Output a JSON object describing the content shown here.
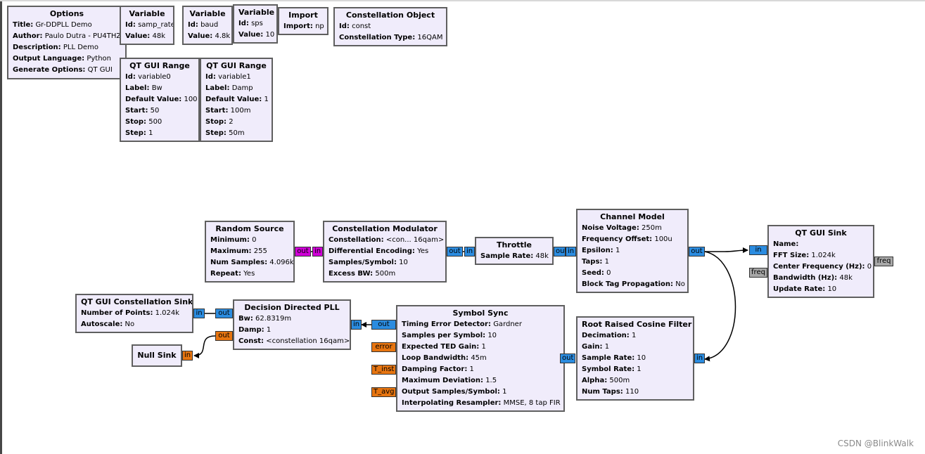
{
  "blocks": {
    "options": {
      "title": "Options",
      "rows": [
        {
          "k": "Title:",
          "v": "Gr-DDPLL Demo"
        },
        {
          "k": "Author:",
          "v": "Paulo Dutra - PU4THZ"
        },
        {
          "k": "Description:",
          "v": "PLL Demo"
        },
        {
          "k": "Output Language:",
          "v": "Python"
        },
        {
          "k": "Generate Options:",
          "v": "QT GUI"
        }
      ]
    },
    "var_samp_rate": {
      "title": "Variable",
      "rows": [
        {
          "k": "Id:",
          "v": "samp_rate"
        },
        {
          "k": "Value:",
          "v": "48k"
        }
      ]
    },
    "var_baud": {
      "title": "Variable",
      "rows": [
        {
          "k": "Id:",
          "v": "baud"
        },
        {
          "k": "Value:",
          "v": "4.8k"
        }
      ]
    },
    "var_sps": {
      "title": "Variable",
      "rows": [
        {
          "k": "Id:",
          "v": "sps"
        },
        {
          "k": "Value:",
          "v": "10"
        }
      ]
    },
    "import": {
      "title": "Import",
      "rows": [
        {
          "k": "Import:",
          "v": "np"
        }
      ]
    },
    "const_obj": {
      "title": "Constellation Object",
      "rows": [
        {
          "k": "Id:",
          "v": "const"
        },
        {
          "k": "Constellation Type:",
          "v": "16QAM"
        }
      ]
    },
    "range0": {
      "title": "QT GUI Range",
      "rows": [
        {
          "k": "Id:",
          "v": "variable0"
        },
        {
          "k": "Label:",
          "v": "Bw"
        },
        {
          "k": "Default Value:",
          "v": "100"
        },
        {
          "k": "Start:",
          "v": "50"
        },
        {
          "k": "Stop:",
          "v": "500"
        },
        {
          "k": "Step:",
          "v": "1"
        }
      ]
    },
    "range1": {
      "title": "QT GUI Range",
      "rows": [
        {
          "k": "Id:",
          "v": "variable1"
        },
        {
          "k": "Label:",
          "v": "Damp"
        },
        {
          "k": "Default Value:",
          "v": "1"
        },
        {
          "k": "Start:",
          "v": "100m"
        },
        {
          "k": "Stop:",
          "v": "2"
        },
        {
          "k": "Step:",
          "v": "50m"
        }
      ]
    },
    "random_source": {
      "title": "Random Source",
      "rows": [
        {
          "k": "Minimum:",
          "v": "0"
        },
        {
          "k": "Maximum:",
          "v": "255"
        },
        {
          "k": "Num Samples:",
          "v": "4.096k"
        },
        {
          "k": "Repeat:",
          "v": "Yes"
        }
      ]
    },
    "const_mod": {
      "title": "Constellation Modulator",
      "rows": [
        {
          "k": "Constellation:",
          "v": "<con... 16qam>"
        },
        {
          "k": "Differential Encoding:",
          "v": "Yes"
        },
        {
          "k": "Samples/Symbol:",
          "v": "10"
        },
        {
          "k": "Excess BW:",
          "v": "500m"
        }
      ]
    },
    "throttle": {
      "title": "Throttle",
      "rows": [
        {
          "k": "Sample Rate:",
          "v": "48k"
        }
      ]
    },
    "channel_model": {
      "title": "Channel Model",
      "rows": [
        {
          "k": "Noise Voltage:",
          "v": "250m"
        },
        {
          "k": "Frequency Offset:",
          "v": "100u"
        },
        {
          "k": "Epsilon:",
          "v": "1"
        },
        {
          "k": "Taps:",
          "v": "1"
        },
        {
          "k": "Seed:",
          "v": "0"
        },
        {
          "k": "Block Tag Propagation:",
          "v": "No"
        }
      ]
    },
    "qt_gui_sink": {
      "title": "QT GUI Sink",
      "rows": [
        {
          "k": "Name:",
          "v": ""
        },
        {
          "k": "FFT Size:",
          "v": "1.024k"
        },
        {
          "k": "Center Frequency (Hz):",
          "v": "0"
        },
        {
          "k": "Bandwidth (Hz):",
          "v": "48k"
        },
        {
          "k": "Update Rate:",
          "v": "10"
        }
      ]
    },
    "const_sink": {
      "title": "QT GUI Constellation Sink",
      "rows": [
        {
          "k": "Number of Points:",
          "v": "1.024k"
        },
        {
          "k": "Autoscale:",
          "v": "No"
        }
      ]
    },
    "ddpll": {
      "title": "Decision Directed PLL",
      "rows": [
        {
          "k": "Bw:",
          "v": "62.8319m"
        },
        {
          "k": "Damp:",
          "v": "1"
        },
        {
          "k": "Const:",
          "v": "<constellation 16qam>"
        }
      ]
    },
    "null_sink": {
      "title": "Null Sink",
      "rows": []
    },
    "symbol_sync": {
      "title": "Symbol Sync",
      "rows": [
        {
          "k": "Timing Error Detector:",
          "v": "Gardner"
        },
        {
          "k": "Samples per Symbol:",
          "v": "10"
        },
        {
          "k": "Expected TED Gain:",
          "v": "1"
        },
        {
          "k": "Loop Bandwidth:",
          "v": "45m"
        },
        {
          "k": "Damping Factor:",
          "v": "1"
        },
        {
          "k": "Maximum Deviation:",
          "v": "1.5"
        },
        {
          "k": "Output Samples/Symbol:",
          "v": "1"
        },
        {
          "k": "Interpolating Resampler:",
          "v": "MMSE, 8 tap FIR"
        }
      ]
    },
    "rrc": {
      "title": "Root Raised Cosine Filter",
      "rows": [
        {
          "k": "Decimation:",
          "v": "1"
        },
        {
          "k": "Gain:",
          "v": "1"
        },
        {
          "k": "Sample Rate:",
          "v": "10"
        },
        {
          "k": "Symbol Rate:",
          "v": "1"
        },
        {
          "k": "Alpha:",
          "v": "500m"
        },
        {
          "k": "Num Taps:",
          "v": "110"
        }
      ]
    }
  },
  "ports": {
    "out": "out",
    "in": "in",
    "freq": "freq",
    "error": "error",
    "t_inst": "T_inst",
    "t_avg": "T_avg"
  },
  "colors": {
    "block_fill": "#f0ecfb",
    "block_border": "#5f5f5f",
    "port_complex": "#2b8ce0",
    "port_byte": "#d000d8",
    "port_float": "#e77510",
    "port_message": "#a8a8a8"
  },
  "watermark": "CSDN @BlinkWalk"
}
